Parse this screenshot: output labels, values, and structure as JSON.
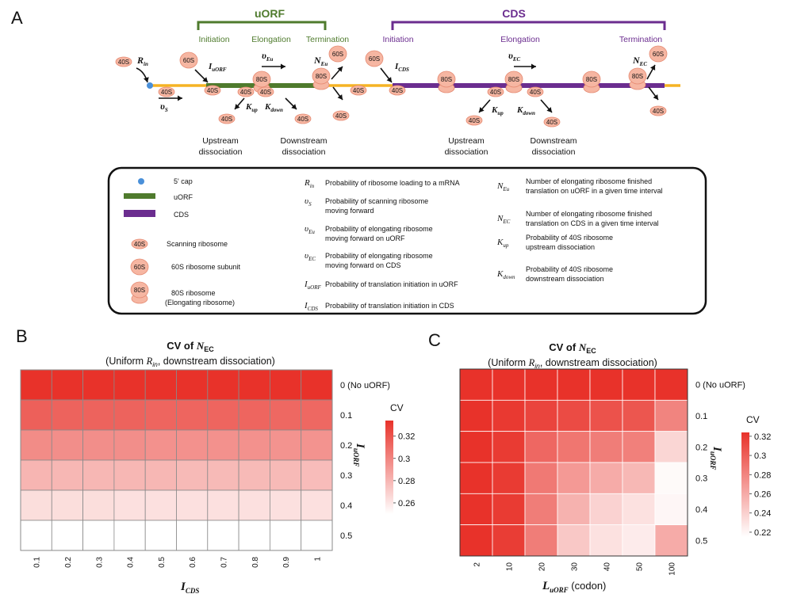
{
  "panel_a": {
    "label": "A",
    "uorf_header": "uORF",
    "cds_header": "CDS",
    "uorf_phases": [
      "Initiation",
      "Elongation",
      "Termination"
    ],
    "cds_phases": [
      "Initiation",
      "Elongation",
      "Termination"
    ],
    "colors": {
      "mrna": "#f5b324",
      "uorf": "#4f7b2d",
      "cds": "#6b2d8f",
      "cap": "#4a90d9",
      "ribo_fill": "#f6b6a2",
      "ribo_edge": "#e58a72"
    },
    "ribosome_labels": {
      "s40": "40S",
      "s60": "60S",
      "s80": "80S"
    },
    "param_symbols": {
      "R_in": {
        "main": "R",
        "sub": "in"
      },
      "v_s": {
        "main": "υ",
        "sub": "S"
      },
      "I_uORF": {
        "main": "I",
        "sub": "uORF"
      },
      "v_Eu": {
        "main": "υ",
        "sub": "Eu"
      },
      "N_Eu": {
        "main": "N",
        "sub": "Eu"
      },
      "K_up": {
        "main": "K",
        "sub": "up"
      },
      "K_down": {
        "main": "K",
        "sub": "down"
      },
      "I_CDS": {
        "main": "I",
        "sub": "CDS"
      },
      "v_EC": {
        "main": "υ",
        "sub": "EC"
      },
      "N_EC": {
        "main": "N",
        "sub": "EC"
      }
    },
    "dissociation_labels": {
      "upstream": [
        "Upstream",
        "dissociation"
      ],
      "downstream": [
        "Downstream",
        "dissociation"
      ]
    },
    "legend": {
      "col1": [
        {
          "icon": "cap",
          "text": "5' cap"
        },
        {
          "icon": "uorf",
          "text": "uORF"
        },
        {
          "icon": "cds",
          "text": "CDS"
        },
        {
          "icon": "40S",
          "text": "Scanning ribosome"
        },
        {
          "icon": "60S",
          "text": "60S ribosome subunit"
        },
        {
          "icon": "80S",
          "text": "80S ribosome",
          "text2": "(Elongating ribosome)"
        }
      ],
      "col2": [
        {
          "sym": "R_in",
          "text": "Probability of ribosome loading to a mRNA"
        },
        {
          "sym": "v_s",
          "text": "Probability of scanning  ribosome",
          "text2": "moving forward"
        },
        {
          "sym": "v_Eu",
          "text": "Probability of elongating  ribosome",
          "text2": "moving forward on uORF"
        },
        {
          "sym": "v_EC",
          "text": "Probability of elongating  ribosome",
          "text2": "moving forward on CDS"
        },
        {
          "sym": "I_uORF",
          "text": "Probability of translation initiation in uORF"
        },
        {
          "sym": "I_CDS",
          "text": "Probability of translation initiation in CDS"
        }
      ],
      "col3": [
        {
          "sym": "N_Eu",
          "text": "Number of elongating ribosome finished",
          "text2": "translation on uORF in a given time interval"
        },
        {
          "sym": "N_EC",
          "text": "Number of elongating ribosome finished",
          "text2": "translation on CDS in a given time interval"
        },
        {
          "sym": "K_up",
          "text": "Probability of 40S ribosome",
          "text2": "upstream dissociation"
        },
        {
          "sym": "K_down",
          "text": "Probability of 40S ribosome",
          "text2": "downstream dissociation"
        }
      ]
    }
  },
  "panel_b": {
    "label": "B",
    "title_prefix": "CV of ",
    "title_sym": {
      "main": "N",
      "sub": "EC"
    },
    "subtitle_prefix": "(Uniform ",
    "subtitle_sym": {
      "main": "R",
      "sub": "in"
    },
    "subtitle_suffix": ", downstream dissociation)",
    "xlabel": {
      "main": "I",
      "sub": "CDS"
    },
    "ylabel": {
      "main": "I",
      "sub": "uORF"
    },
    "colorbar_title": "CV",
    "colorbar_ticks": [
      "0.32",
      "0.3",
      "0.28",
      "0.26"
    ]
  },
  "panel_c": {
    "label": "C",
    "title_prefix": "CV of ",
    "title_sym": {
      "main": "N",
      "sub": "EC"
    },
    "subtitle_prefix": "(Uniform ",
    "subtitle_sym": {
      "main": "R",
      "sub": "in"
    },
    "subtitle_suffix": ", downstream dissociation)",
    "xlabel": {
      "main": "L",
      "sub": "uORF",
      "suffix": " (codon)"
    },
    "ylabel": {
      "main": "I",
      "sub": "uORF"
    },
    "colorbar_title": "CV",
    "colorbar_ticks": [
      "0.32",
      "0.3",
      "0.28",
      "0.26",
      "0.24",
      "0.22"
    ]
  },
  "chart_data": [
    {
      "type": "heatmap",
      "panel": "B",
      "x_categories": [
        "0.1",
        "0.2",
        "0.3",
        "0.4",
        "0.5",
        "0.6",
        "0.7",
        "0.8",
        "0.9",
        "1"
      ],
      "y_categories": [
        "0  (No uORF)",
        "0.1",
        "0.2",
        "0.3",
        "0.4",
        "0.5"
      ],
      "values": [
        [
          0.33,
          0.33,
          0.33,
          0.33,
          0.33,
          0.33,
          0.33,
          0.33,
          0.33,
          0.33
        ],
        [
          0.312,
          0.311,
          0.311,
          0.311,
          0.31,
          0.31,
          0.31,
          0.31,
          0.309,
          0.309
        ],
        [
          0.295,
          0.294,
          0.294,
          0.294,
          0.293,
          0.293,
          0.293,
          0.293,
          0.292,
          0.292
        ],
        [
          0.279,
          0.278,
          0.278,
          0.278,
          0.278,
          0.277,
          0.277,
          0.277,
          0.277,
          0.276
        ],
        [
          0.263,
          0.263,
          0.263,
          0.262,
          0.262,
          0.262,
          0.262,
          0.262,
          0.262,
          0.262
        ],
        [
          0.25,
          0.25,
          0.25,
          0.25,
          0.25,
          0.25,
          0.25,
          0.25,
          0.25,
          0.25
        ]
      ],
      "colorbar_range": [
        0.25,
        0.33
      ],
      "colors": {
        "low": "#ffffff",
        "high": "#e8322a"
      }
    },
    {
      "type": "heatmap",
      "panel": "C",
      "x_categories": [
        "2",
        "10",
        "20",
        "30",
        "40",
        "50",
        "100"
      ],
      "y_categories": [
        "0  (No uORF)",
        "0.1",
        "0.2",
        "0.3",
        "0.4",
        "0.5"
      ],
      "values": [
        [
          0.33,
          0.33,
          0.33,
          0.33,
          0.33,
          0.33,
          0.33
        ],
        [
          0.33,
          0.326,
          0.32,
          0.316,
          0.312,
          0.31,
          0.284
        ],
        [
          0.33,
          0.325,
          0.3,
          0.292,
          0.288,
          0.286,
          0.238
        ],
        [
          0.33,
          0.325,
          0.29,
          0.272,
          0.262,
          0.255,
          0.218
        ],
        [
          0.33,
          0.325,
          0.288,
          0.258,
          0.24,
          0.232,
          0.22
        ],
        [
          0.33,
          0.324,
          0.288,
          0.246,
          0.232,
          0.226,
          0.262
        ]
      ],
      "colorbar_range": [
        0.215,
        0.33
      ],
      "colors": {
        "low": "#ffffff",
        "high": "#e8322a"
      }
    }
  ]
}
